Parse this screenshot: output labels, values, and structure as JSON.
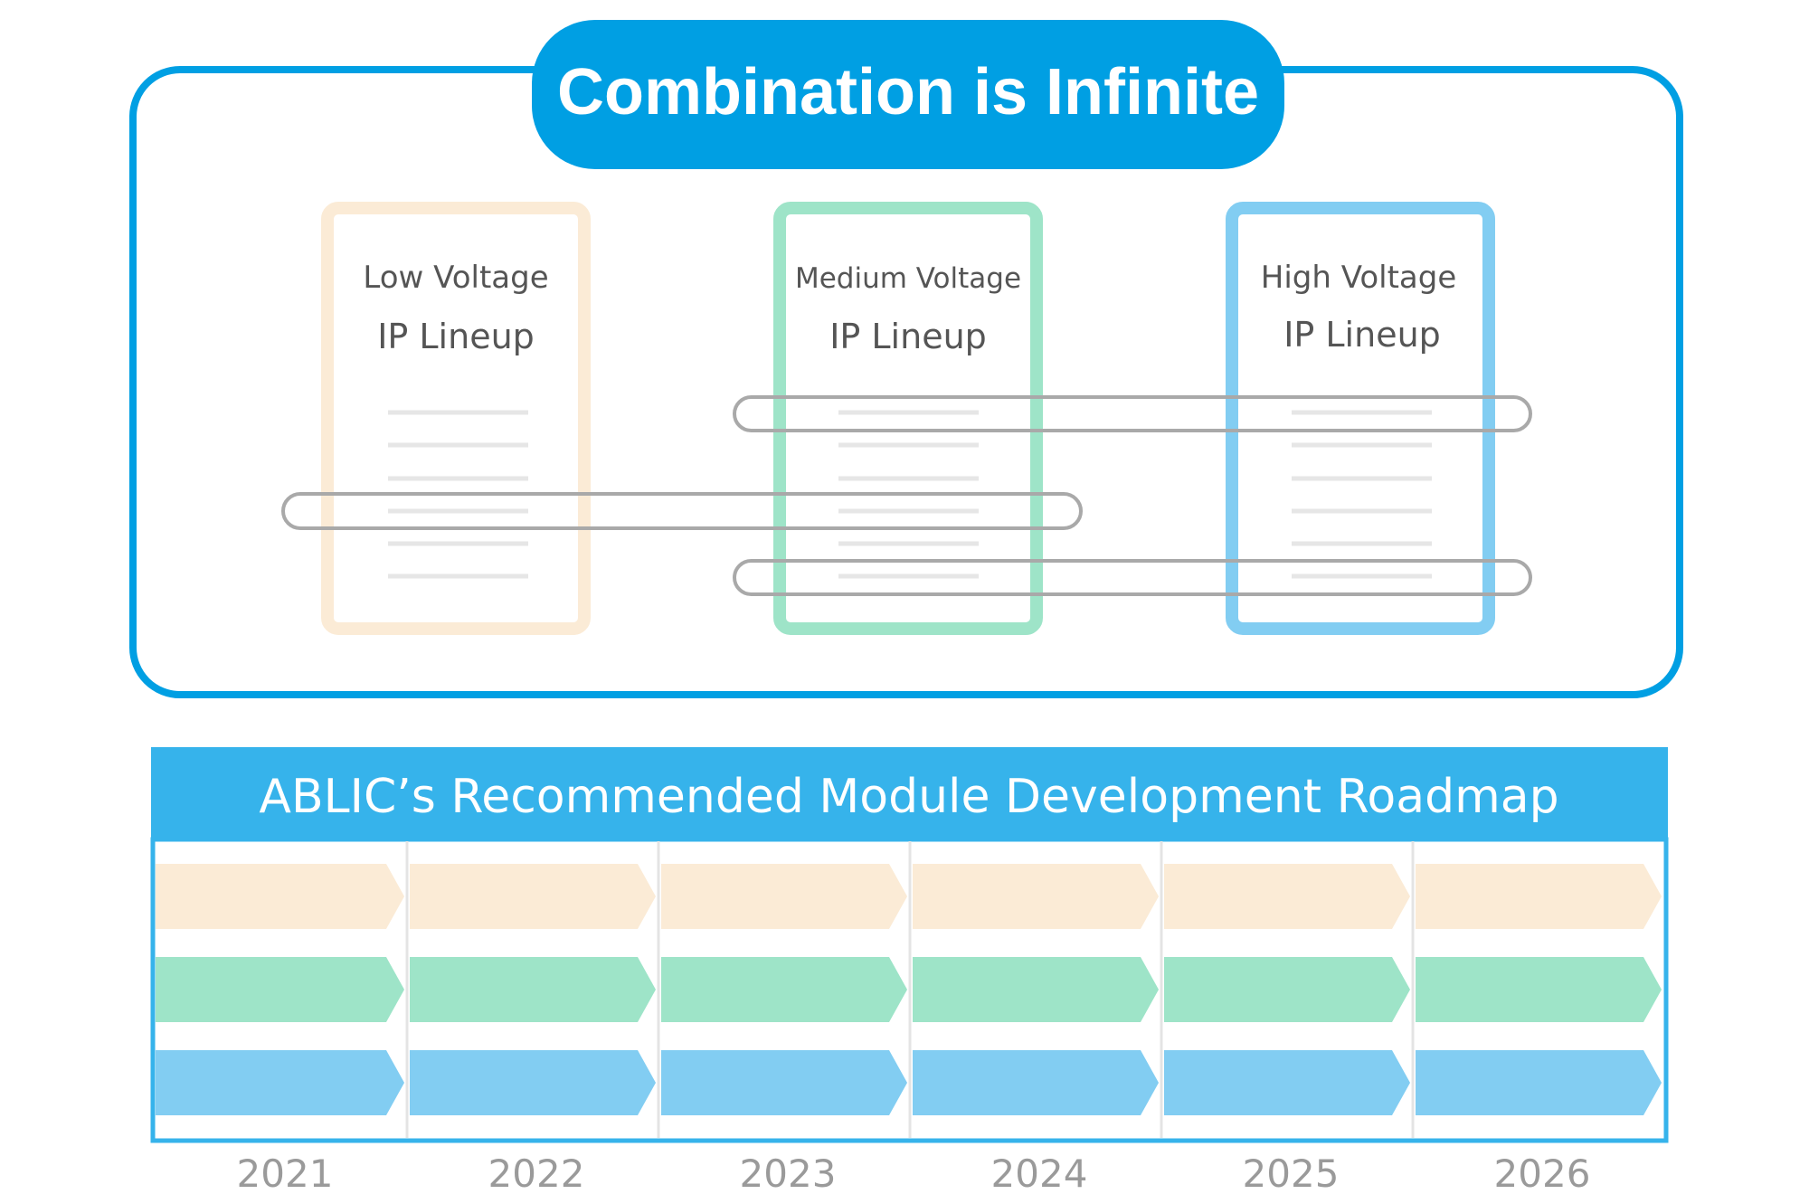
{
  "colors": {
    "primary_blue": "#009fe3",
    "header_blue": "#36b3eb",
    "low_voltage": "#fbebd6",
    "medium_voltage": "#9ee4c8",
    "high_voltage": "#82cdf2",
    "connector_gray": "#a9a9a9",
    "text_gray": "#555555"
  },
  "combination_panel": {
    "title": "Combination is Infinite",
    "cards": [
      {
        "key": "low",
        "line1": "Low Voltage",
        "line2": "IP Lineup"
      },
      {
        "key": "medium",
        "line1": "Medium Voltage",
        "line2": "IP Lineup"
      },
      {
        "key": "high",
        "line1": "High Voltage",
        "line2": "IP Lineup"
      }
    ]
  },
  "roadmap": {
    "title": "ABLIC’s Recommended Module Development Roadmap",
    "years": [
      "2021",
      "2022",
      "2023",
      "2024",
      "2025",
      "2026"
    ]
  }
}
